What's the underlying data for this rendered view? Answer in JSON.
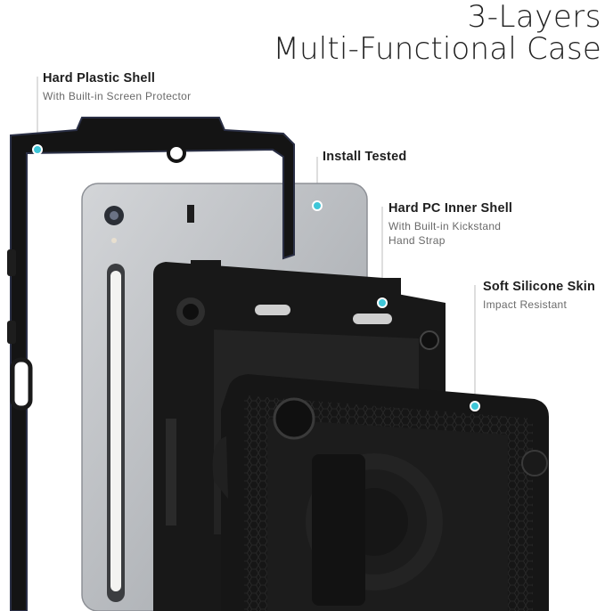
{
  "heading": {
    "line1": "3-Layers",
    "line2": "Multi-Functional Case"
  },
  "callouts": [
    {
      "title": "Hard Plastic Shell",
      "sub": [
        "With Built-in Screen Protector"
      ]
    },
    {
      "title": "Install Tested",
      "sub": []
    },
    {
      "title": "Hard PC Inner Shell",
      "sub": [
        "With Built-in Kickstand",
        "Hand Strap"
      ]
    },
    {
      "title": "Soft Silicone Skin",
      "sub": [
        "Impact Resistant"
      ]
    }
  ],
  "colors": {
    "accent_dot": "#3ec6d8",
    "case_black": "#1b1b1b",
    "tablet_gray": "#b9bcc0",
    "frame_edge": "#2a2f45"
  }
}
